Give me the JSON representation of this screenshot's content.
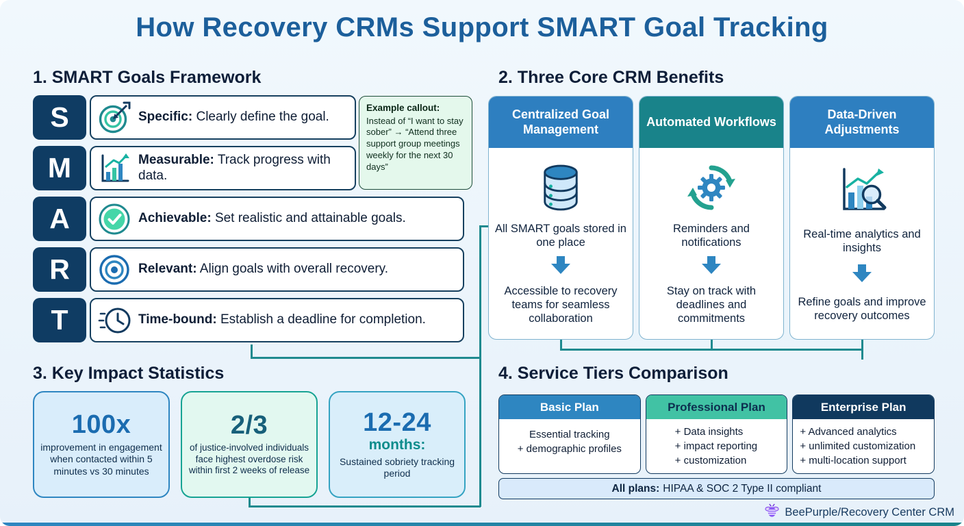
{
  "page": {
    "title": "How Recovery CRMs Support SMART Goal Tracking",
    "colors": {
      "title_blue": "#1c5f9b",
      "navy": "#0f3c63",
      "teal": "#1f8a8f",
      "accent_blue": "#2e86c1",
      "callout_green": "#e4f8ec",
      "brand_purple": "#8b5cf6"
    }
  },
  "smart_framework": {
    "heading": "1. SMART Goals Framework",
    "rows": [
      {
        "letter": "S",
        "icon": "target-dart-icon",
        "term": "Specific:",
        "desc": "Clearly define the goal."
      },
      {
        "letter": "M",
        "icon": "chart-growth-icon",
        "term": "Measurable:",
        "desc": "Track progress with data."
      },
      {
        "letter": "A",
        "icon": "check-circle-icon",
        "term": "Achievable:",
        "desc": "Set realistic and attainable goals."
      },
      {
        "letter": "R",
        "icon": "target-icon",
        "term": "Relevant:",
        "desc": "Align goals with overall recovery."
      },
      {
        "letter": "T",
        "icon": "clock-icon",
        "term": "Time-bound:",
        "desc": "Establish a deadline for completion."
      }
    ],
    "callout": {
      "title": "Example callout:",
      "body": "Instead of “I want to stay sober” → “Attend three support group meetings weekly for the next 30 days”"
    }
  },
  "benefits": {
    "heading": "2. Three Core CRM Benefits",
    "cards": [
      {
        "title": "Centralized Goal Management",
        "icon": "database-icon",
        "top_text": "All SMART goals stored in one place",
        "bottom_text": "Accessible to recovery teams for seamless collaboration"
      },
      {
        "title": "Automated Workflows",
        "icon": "gear-cycle-icon",
        "top_text": "Reminders and notifications",
        "bottom_text": "Stay on track with deadlines and commitments"
      },
      {
        "title": "Data-Driven Adjustments",
        "icon": "chart-magnifier-icon",
        "top_text": "Real-time analytics and insights",
        "bottom_text": "Refine goals and improve recovery outcomes"
      }
    ]
  },
  "stats": {
    "heading": "3. Key Impact Statistics",
    "cards": [
      {
        "value": "100x",
        "desc": "improvement in engagement when contacted within 5 minutes vs 30 minutes"
      },
      {
        "value": "2/3",
        "desc": "of justice-involved individuals face highest overdose risk within first 2 weeks of release"
      },
      {
        "value": "12-24",
        "sub": "months:",
        "desc": "Sustained sobriety tracking period"
      }
    ]
  },
  "tiers": {
    "heading": "4. Service Tiers Comparison",
    "columns": [
      {
        "title": "Basic Plan",
        "features": [
          "Essential tracking",
          "+ demographic profiles"
        ]
      },
      {
        "title": "Professional Plan",
        "features": [
          "+ Data insights",
          "+ impact reporting",
          "+ customization"
        ]
      },
      {
        "title": "Enterprise Plan",
        "features": [
          "+ Advanced analytics",
          "+ unlimited customization",
          "+ multi-location support"
        ]
      }
    ],
    "footer_bold": "All plans:",
    "footer_rest": "HIPAA & SOC 2 Type II compliant"
  },
  "brand": {
    "label": "BeePurple/Recovery Center CRM",
    "icon": "bee-icon"
  }
}
